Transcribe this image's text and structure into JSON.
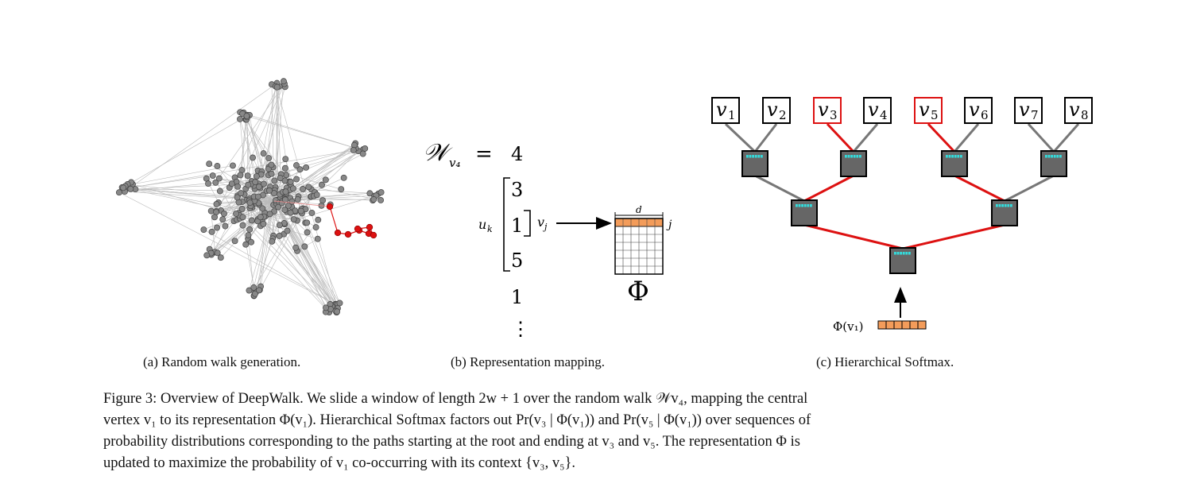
{
  "subcaptions": {
    "a": "(a) Random walk generation.",
    "b": "(b) Representation mapping.",
    "c": "(c) Hierarchical Softmax."
  },
  "representation_mapping": {
    "walk_label": "𝒲",
    "walk_subscript": "v₄",
    "equals": "=",
    "walk_sequence": [
      "4",
      "3",
      "1",
      "5",
      "1",
      "⋮"
    ],
    "window_label": "u",
    "window_subscript": "k",
    "center_label": "v",
    "center_subscript": "j",
    "matrix_dim_label": "d",
    "matrix_row_label": "j",
    "matrix_name": "Φ"
  },
  "hierarchical_softmax": {
    "leaves": [
      {
        "base": "v",
        "sub": "1",
        "highlight": false
      },
      {
        "base": "v",
        "sub": "2",
        "highlight": false
      },
      {
        "base": "v",
        "sub": "3",
        "highlight": true
      },
      {
        "base": "v",
        "sub": "4",
        "highlight": false
      },
      {
        "base": "v",
        "sub": "5",
        "highlight": true
      },
      {
        "base": "v",
        "sub": "6",
        "highlight": false
      },
      {
        "base": "v",
        "sub": "7",
        "highlight": false
      },
      {
        "base": "v",
        "sub": "8",
        "highlight": false
      }
    ],
    "input_label": "Φ(v₁)"
  },
  "caption": {
    "line1": "Figure 3: Overview of DeepWalk. We slide a window of length 2w + 1 over the random walk 𝒲v₄, mapping the central",
    "line2": "vertex v₁ to its representation Φ(v₁). Hierarchical Softmax factors out Pr(v₃ | Φ(v₁)) and Pr(v₅ | Φ(v₁)) over sequences of",
    "line3": "probability distributions corresponding to the paths starting at the root and ending at v₃ and v₅. The representation Φ is",
    "line4": "updated to maximize the probability of v₁ co-occurring with its context {v₃, v₅}."
  },
  "colors": {
    "highlight": "#dd1111",
    "node_fill": "#888888",
    "tree_node": "#666666",
    "tree_node_strip": "#33dddd",
    "embedding": "#f39c5a"
  }
}
